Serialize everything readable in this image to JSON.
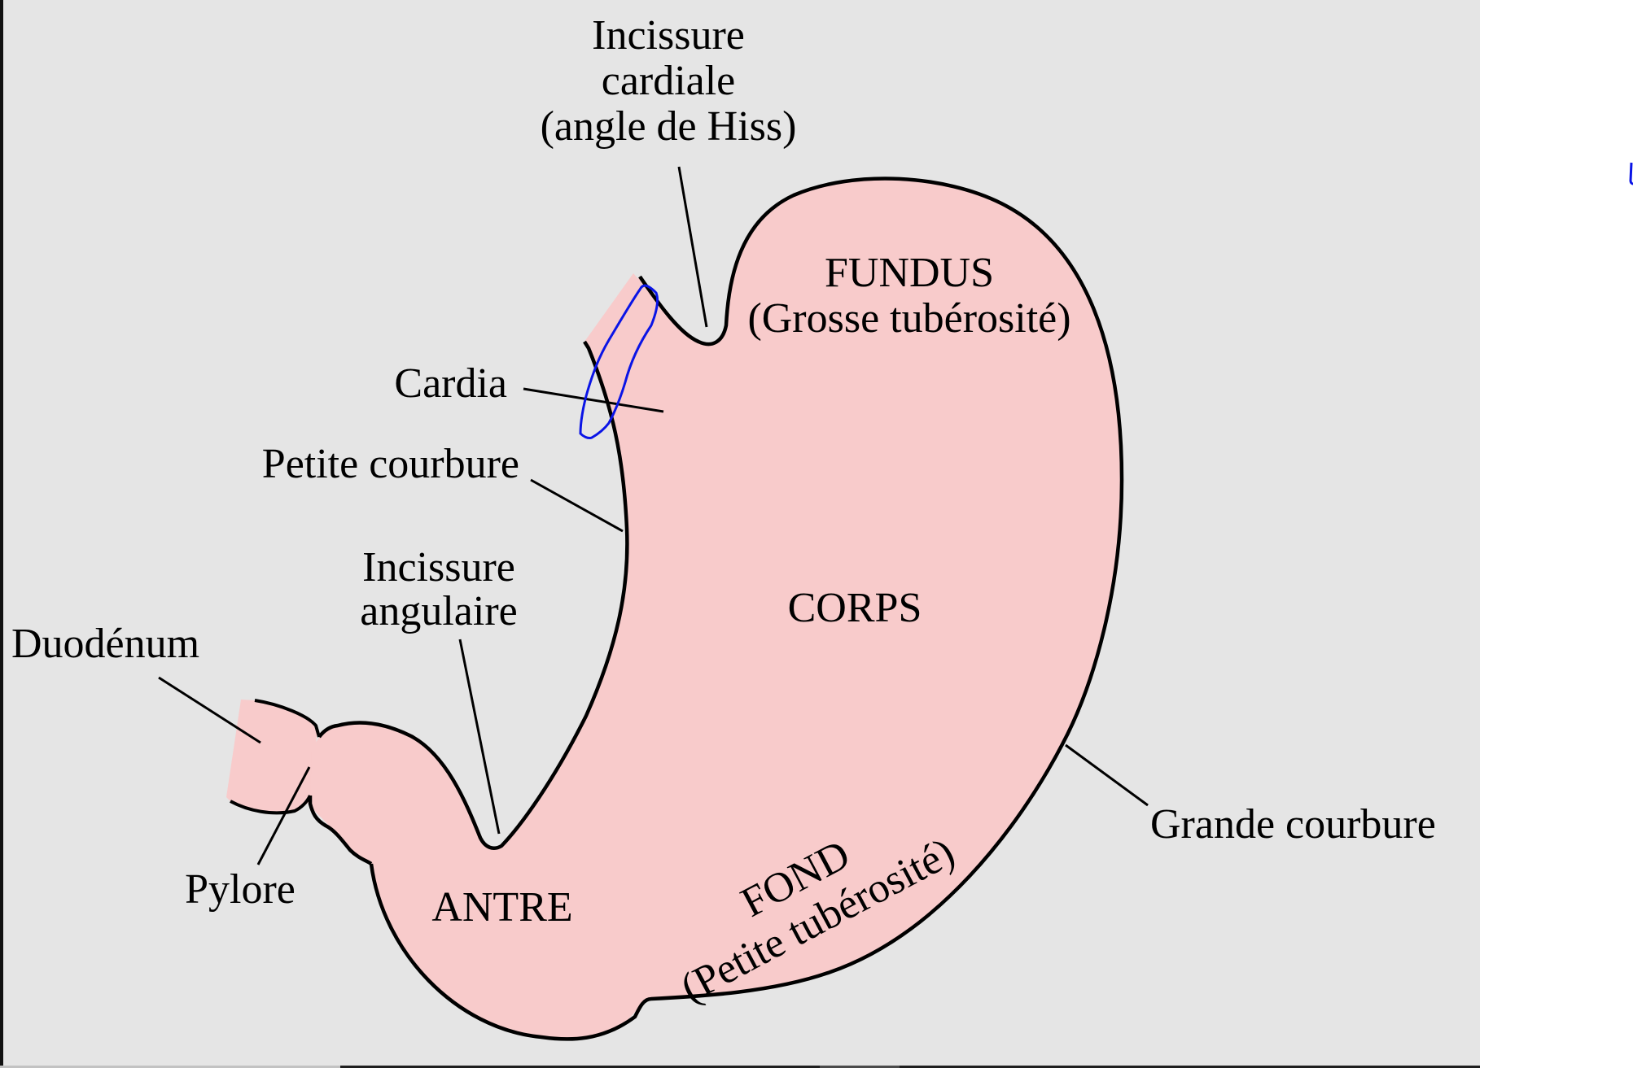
{
  "diagram": {
    "title": "Estomac",
    "colors": {
      "background": "#e5e5e5",
      "stomach_fill": "#f8cbcb",
      "outline": "#000000",
      "annotation": "#0a14e6"
    },
    "labels": {
      "incissure_cardiale": [
        "Incissure",
        "cardiale",
        "(angle de Hiss)"
      ],
      "cardia": "Cardia",
      "petite_courbure": "Petite courbure",
      "incissure_angulaire": [
        "Incissure",
        "angulaire"
      ],
      "duodenum": "Duodénum",
      "pylore": "Pylore",
      "grande_courbure": "Grande courbure"
    },
    "regions": {
      "fundus": [
        "FUNDUS",
        "(Grosse tubérosité)"
      ],
      "corps": "CORPS",
      "antre": "ANTRE",
      "fond": [
        "FOND",
        "(Petite tubérosité)"
      ]
    }
  }
}
